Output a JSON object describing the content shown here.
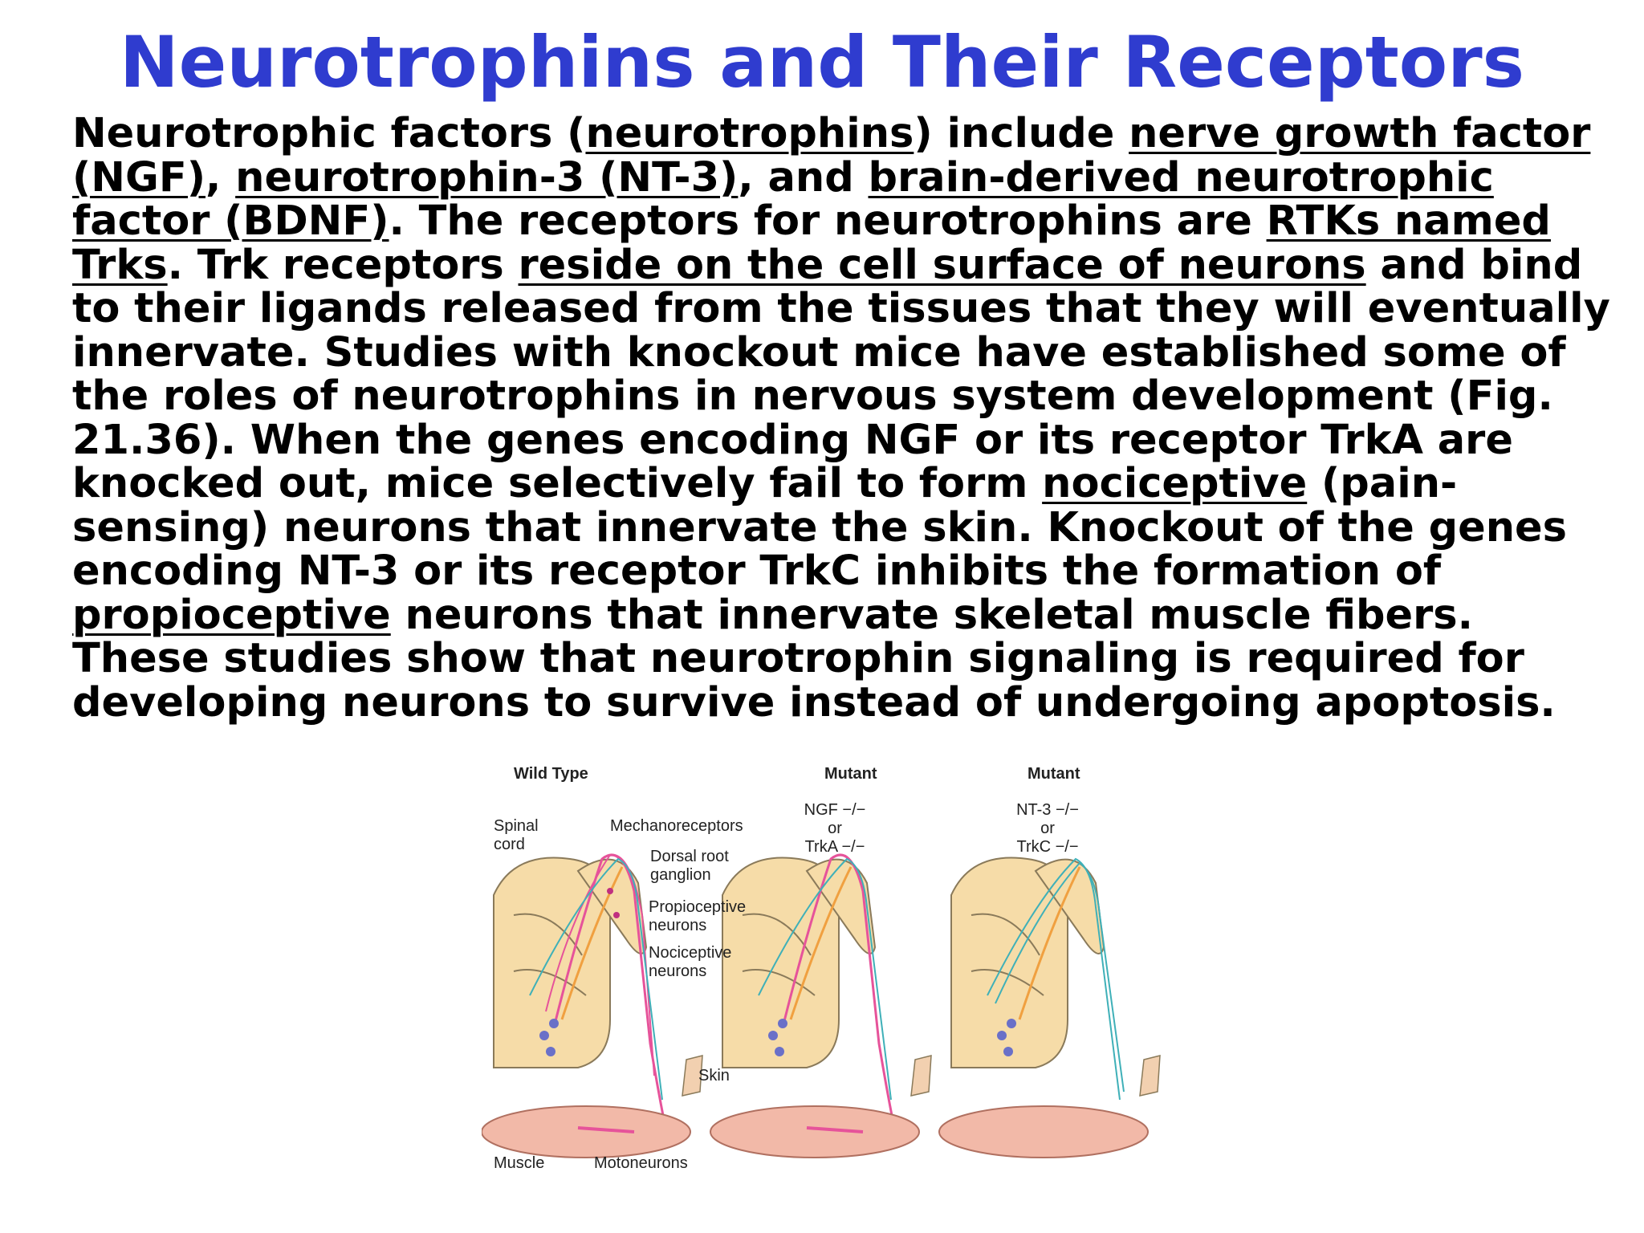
{
  "slide": {
    "title": "Neurotrophins and Their Receptors",
    "body": [
      {
        "t": "Neurotrophic factors ("
      },
      {
        "t": "neurotrophins",
        "u": true
      },
      {
        "t": ") include "
      },
      {
        "t": "nerve growth factor (NGF)",
        "u": true
      },
      {
        "t": ", "
      },
      {
        "t": "neurotrophin-3 (NT-3)",
        "u": true
      },
      {
        "t": ", and "
      },
      {
        "t": "brain-derived neurotrophic factor (BDNF)",
        "u": true
      },
      {
        "t": ". The receptors for neurotrophins are "
      },
      {
        "t": "RTKs named Trks",
        "u": true
      },
      {
        "t": ". Trk receptors "
      },
      {
        "t": "reside on the cell surface of neurons",
        "u": true
      },
      {
        "t": " and bind to their ligands released from the tissues that they will eventually innervate. Studies with knockout mice have established some of the roles of neurotrophins in nervous system development (Fig. 21.36). When the genes encoding NGF or its receptor TrkA are knocked out, mice selectively fail to form "
      },
      {
        "t": "nociceptive",
        "u": true
      },
      {
        "t": " (pain-sensing) neurons that innervate the skin. Knockout of the genes encoding NT-3 or its receptor TrkC inhibits the formation of "
      },
      {
        "t": "propioceptive",
        "u": true
      },
      {
        "t": " neurons that innervate skeletal muscle fibers. These studies show that neurotrophin signaling is required for developing neurons to survive instead of undergoing apoptosis."
      }
    ]
  },
  "figure": {
    "panels": [
      {
        "heading": "Wild Type",
        "sub": []
      },
      {
        "heading": "Mutant",
        "sub": [
          "NGF −/−",
          "or",
          "TrkA −/−"
        ]
      },
      {
        "heading": "Mutant",
        "sub": [
          "NT-3 −/−",
          "or",
          "TrkC −/−"
        ]
      }
    ],
    "labels": {
      "spinal_cord_1": "Spinal",
      "spinal_cord_2": "cord",
      "mechanoreceptors": "Mechanoreceptors",
      "drg_1": "Dorsal root",
      "drg_2": "ganglion",
      "propio_1": "Propioceptive",
      "propio_2": "neurons",
      "noci_1": "Nociceptive",
      "noci_2": "neurons",
      "skin": "Skin",
      "muscle": "Muscle",
      "motoneurons": "Motoneurons"
    },
    "colors": {
      "tissue": "#f6dca8",
      "tissue_stroke": "#8a7a5a",
      "muscle": "#f2b9a8",
      "pink": "#e6539a",
      "teal": "#3fb0b8",
      "orange": "#f0a040",
      "body_blue": "#6a70c8"
    }
  }
}
